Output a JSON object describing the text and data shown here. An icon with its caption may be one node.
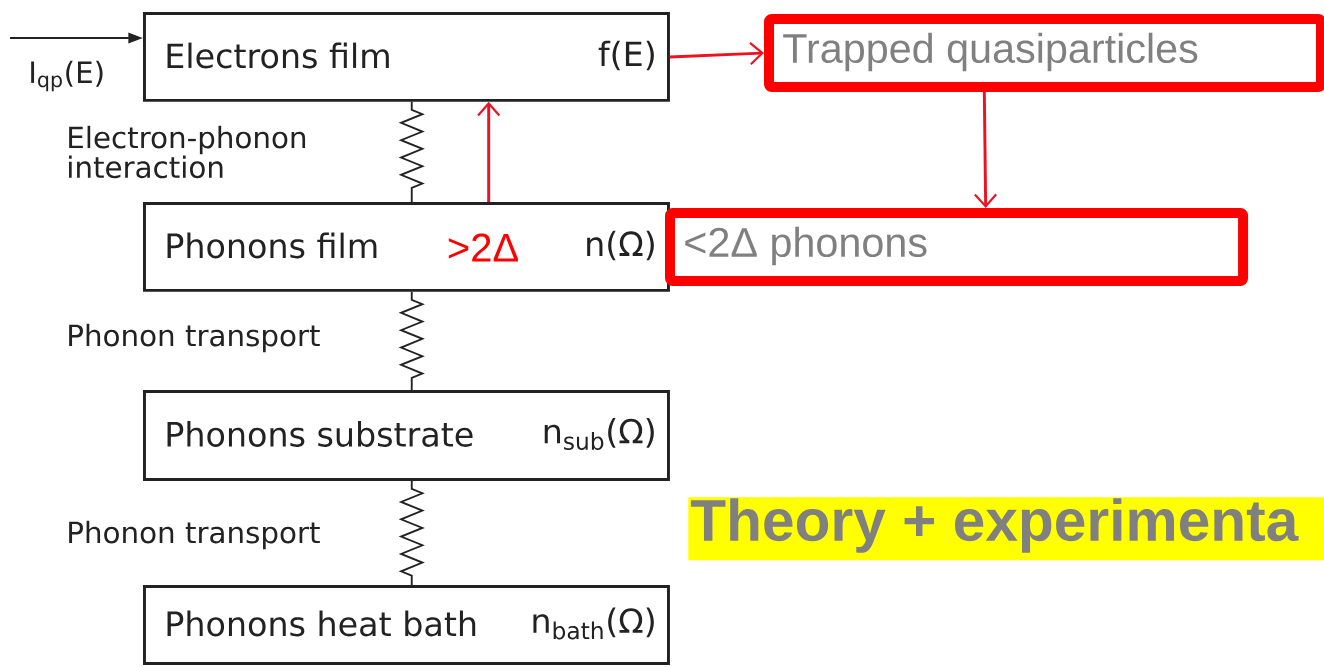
{
  "diagram": {
    "nodes": [
      {
        "text": [
          "Electrons film",
          "f(E)"
        ]
      },
      {
        "text": [
          "Phonons film",
          ">2Δ",
          "n(Ω)"
        ]
      },
      {
        "text": [
          "Phonons substrate",
          "n$_{sub}$(Ω)"
        ]
      },
      {
        "text": [
          "Phonons heat bath",
          "n$_{bath}$(Ω)"
        ]
      },
      {
        "text": [
          "Trapped quasiparticles"
        ]
      },
      {
        "text": [
          "<2Δ phonons"
        ]
      },
      {
        "text": [
          "Theory + experimenta"
        ]
      }
    ],
    "edges": [
      {
        "from": null,
        "to": 0,
        "arrow": "to",
        "label": "I$_{qp}$(E)"
      },
      {
        "from": 0,
        "to": 1,
        "arrow": "none",
        "label": "Electron-phonon interaction"
      },
      {
        "from": 1,
        "to": 2,
        "arrow": "none",
        "label": "Phonon transport"
      },
      {
        "from": 2,
        "to": 3,
        "arrow": "none",
        "label": "Phonon transport"
      },
      {
        "from": 1,
        "to": 0,
        "arrow": "to",
        "color": "#ee1122"
      },
      {
        "from": 0,
        "to": 4,
        "arrow": "to",
        "color": "#ee1122"
      },
      {
        "from": 4,
        "to": 5,
        "arrow": "to",
        "color": "#ee1122"
      }
    ]
  }
}
